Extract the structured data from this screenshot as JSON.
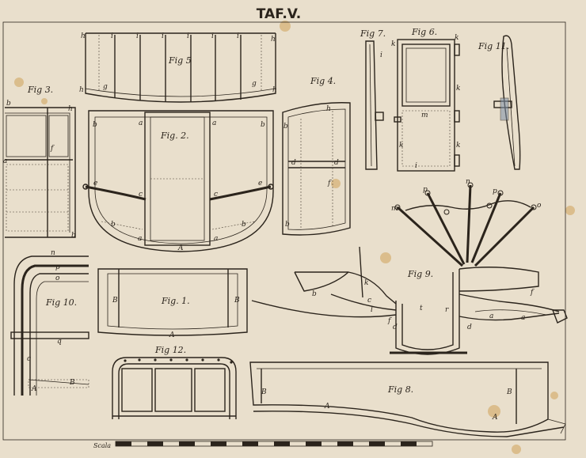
{
  "plate": {
    "title": "TAF.V.",
    "scale_label": "Scala",
    "colors": {
      "paper": "#e9dfcc",
      "ink": "#2b241c",
      "stain": "#c9953f"
    }
  },
  "figures": [
    {
      "id": "fig1",
      "label": "Fig. 1.",
      "letters": [
        "B",
        "B",
        "A"
      ]
    },
    {
      "id": "fig2",
      "label": "Fig. 2.",
      "letters": [
        "b",
        "a",
        "a",
        "b",
        "e",
        "c",
        "c",
        "e",
        "b",
        "a",
        "a",
        "b",
        "A"
      ]
    },
    {
      "id": "fig3",
      "label": "Fig 3.",
      "letters": [
        "b",
        "h",
        "f",
        "a",
        "b"
      ]
    },
    {
      "id": "fig4",
      "label": "Fig 4.",
      "letters": [
        "h",
        "b",
        "d",
        "d",
        "f",
        "b"
      ]
    },
    {
      "id": "fig5",
      "label": "Fig 5",
      "letters": [
        "h",
        "i",
        "i",
        "i",
        "i",
        "i",
        "i",
        "h",
        "h",
        "g",
        "g",
        "h"
      ]
    },
    {
      "id": "fig6",
      "label": "Fig 6.",
      "letters": [
        "k",
        "k",
        "k",
        "m",
        "k",
        "k",
        "i"
      ]
    },
    {
      "id": "fig7",
      "label": "Fig 7.",
      "letters": [
        "i"
      ]
    },
    {
      "id": "fig8",
      "label": "Fig 8.",
      "letters": [
        "B",
        "B",
        "A",
        "A"
      ]
    },
    {
      "id": "fig9",
      "label": "Fig 9.",
      "letters": [
        "m",
        "p",
        "n",
        "p",
        "o",
        "b",
        "k",
        "c",
        "l",
        "t",
        "f",
        "d",
        "r",
        "a",
        "a",
        "f",
        "d"
      ]
    },
    {
      "id": "fig10",
      "label": "Fig 10.",
      "letters": [
        "n",
        "p",
        "o",
        "q",
        "c",
        "A",
        "B"
      ]
    },
    {
      "id": "fig11",
      "label": "Fig 11.",
      "letters": []
    },
    {
      "id": "fig12",
      "label": "Fig 12.",
      "letters": []
    }
  ]
}
